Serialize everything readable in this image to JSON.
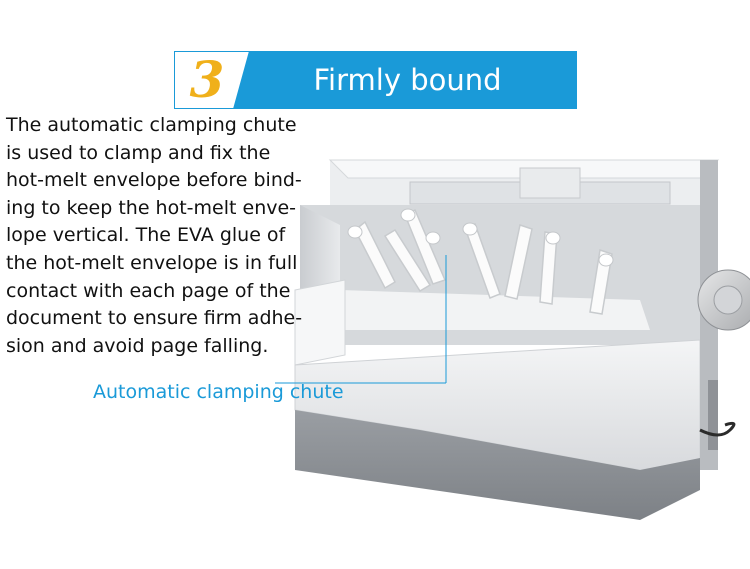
{
  "banner": {
    "number": "3",
    "title": "Firmly bound"
  },
  "description": {
    "lines": [
      "The automatic clamping chute",
      "is used to clamp and fix the",
      "hot-melt envelope before bind-",
      "ing to keep the hot-melt enve-",
      "lope vertical. The EVA glue of",
      "the hot-melt envelope is in full",
      "contact with each page of the",
      "document to ensure firm adhe-",
      "sion and avoid page falling."
    ]
  },
  "callout": {
    "label": "Automatic clamping chute"
  },
  "colors": {
    "accent_blue": "#1a9ad8",
    "number_gold": "#f0b01a"
  }
}
